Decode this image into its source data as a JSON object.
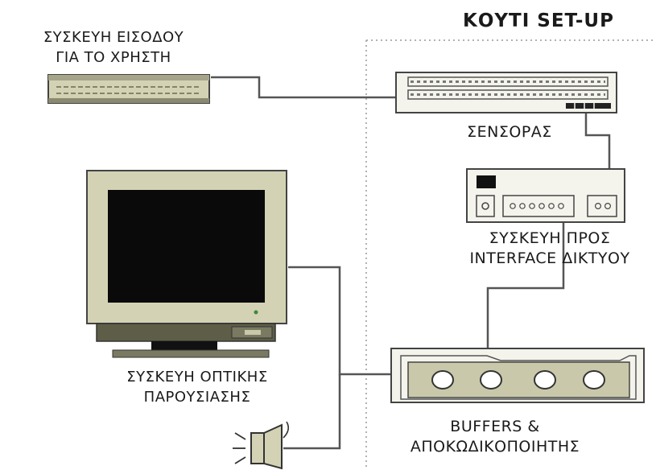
{
  "title": "ΚΟΥΤΙ SET-UP",
  "input_device": {
    "line1": "ΣΥΣΚΕΥΗ ΕΙΣΟΔΟΥ",
    "line2": "ΓΙΑ ΤΟ ΧΡΗΣΤΗ"
  },
  "sensor": {
    "label": "ΣΕΝΣΟΡΑΣ"
  },
  "network_interface": {
    "line1": "ΣΥΣΚΕΥΗ ΠΡΟΣ",
    "line2": "INTERFACE ΔΙΚΤΥΟΥ"
  },
  "display": {
    "line1": "ΣΥΣΚΕΥΗ ΟΠΤΙΚΗΣ",
    "line2": "ΠΑΡΟΥΣΙΑΣΗΣ"
  },
  "buffers": {
    "line1": "BUFFERS &",
    "line2": "ΑΠΟΚΩΔΙΚΟΠΟΙΗΤΗΣ"
  },
  "colors": {
    "device_body": "#d3d2b4",
    "device_dark": "#6a6a50",
    "line": "#444444",
    "boundary": "#999999",
    "screen": "#0a0a0a"
  }
}
